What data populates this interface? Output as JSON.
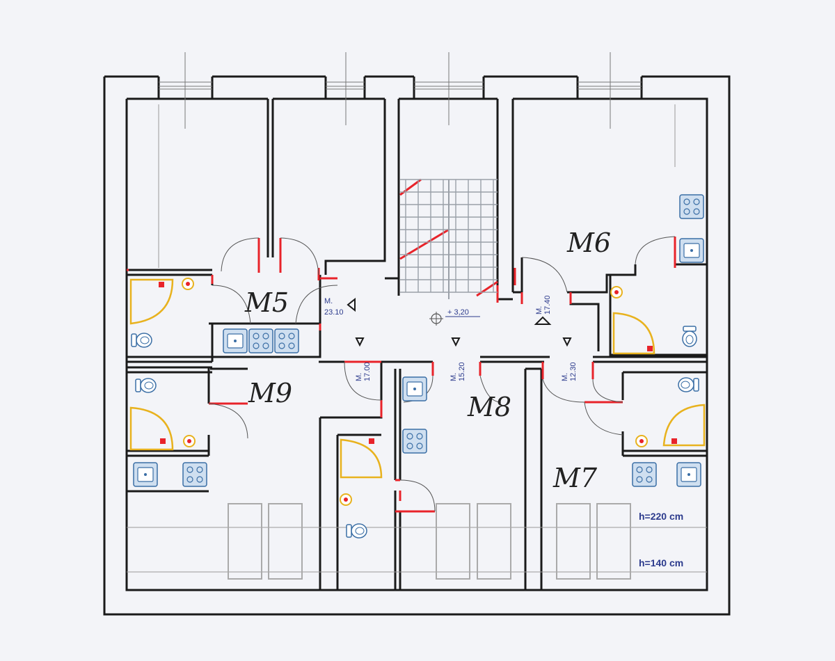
{
  "colors": {
    "wall": "#1a1a1a",
    "door_red": "#e8232a",
    "stair_grid": "#9aa0a8",
    "shower_yellow": "#e8b21e",
    "fixture_blue": "#3a6ea5",
    "label_blue": "#2b3a8c",
    "paper": "#f3f4f8"
  },
  "units": [
    {
      "id": "M5",
      "label": "M5"
    },
    {
      "id": "M6",
      "label": "M6"
    },
    {
      "id": "M7",
      "label": "M7"
    },
    {
      "id": "M8",
      "label": "M8"
    },
    {
      "id": "M9",
      "label": "M9"
    }
  ],
  "meters": [
    {
      "m": "M.",
      "value": "23.10"
    },
    {
      "m": "M.",
      "value": "17.00"
    },
    {
      "m": "M.",
      "value": "15.20"
    },
    {
      "m": "M.",
      "value": "12.30"
    },
    {
      "m": "M.",
      "value": "17.40"
    }
  ],
  "elevation": "+ 3,20",
  "heights": [
    {
      "label": "h=220 cm"
    },
    {
      "label": "h=140 cm"
    }
  ]
}
